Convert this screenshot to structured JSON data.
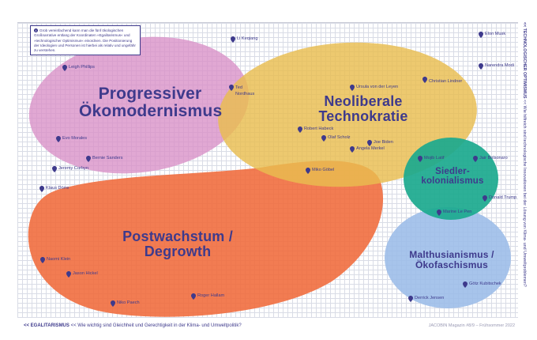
{
  "info_box": {
    "icon": "info-icon",
    "text": "Grob vereinfachend kann man die fünf ökologischen Großnarrative entlang der Koordinaten »Egalitarismus« und »technologischer Optimismus« einordnen. Die Positionierung der Ideologien und Personen ist hierbei als relativ und ungefähr zu verstehen."
  },
  "ideologies": [
    {
      "id": "progressiver",
      "label": "Progressiver Ökomodernismus",
      "color": "#d98fc7"
    },
    {
      "id": "neoliberale",
      "label": "Neoliberale Technokratie",
      "color": "#e9bd4f"
    },
    {
      "id": "siedler",
      "label": "Siedler-kolonialismus",
      "color": "#1ba98e"
    },
    {
      "id": "postwachstum",
      "label": "Postwachstum / Degrowth",
      "color": "#f06a3a"
    },
    {
      "id": "malthus",
      "label": "Malthusianismus / Ökofaschismus",
      "color": "#9bbce8"
    }
  ],
  "people": [
    {
      "name": "Li Keqiang"
    },
    {
      "name": "Elon Musk"
    },
    {
      "name": "Narendra Modi"
    },
    {
      "name": "Leigh Phillips"
    },
    {
      "name": "Ted Nordhaus"
    },
    {
      "name": "Ursula von der Leyen"
    },
    {
      "name": "Christian Lindner"
    },
    {
      "name": "Robert Habeck"
    },
    {
      "name": "Olaf Scholz"
    },
    {
      "name": "Joe Biden"
    },
    {
      "name": "Angela Merkel"
    },
    {
      "name": "Evo Morales"
    },
    {
      "name": "Bernie Sanders"
    },
    {
      "name": "Jeremy Corbyn"
    },
    {
      "name": "Klaus Dörre"
    },
    {
      "name": "Mojib Latif"
    },
    {
      "name": "Jair Bolsonaro"
    },
    {
      "name": "Miko Göbel"
    },
    {
      "name": "Donald Trump"
    },
    {
      "name": "Marine Le Pen"
    },
    {
      "name": "Naomi Klein"
    },
    {
      "name": "Jason Hickel"
    },
    {
      "name": "Niko Paech"
    },
    {
      "name": "Roger Hallam"
    },
    {
      "name": "Götz Kubitschek"
    },
    {
      "name": "Derrick Jensen"
    }
  ],
  "axes": {
    "x_label_strong": "<< EGALITARISMUS",
    "x_label_rest": " << Wie wichtig sind Gleichheit und Gerechtigkeit in der Klima- und Umweltpolitik?",
    "y_label_strong": "<< TECHNOLOGISCHER OPTIMISMUS",
    "y_label_rest": " << Wie hilfreich sind technologische Innovationen bei der Lösung von Klima- und Umweltproblemen?"
  },
  "credit": "JACOBIN Magazin #8/9 – Frühsommer 2022"
}
